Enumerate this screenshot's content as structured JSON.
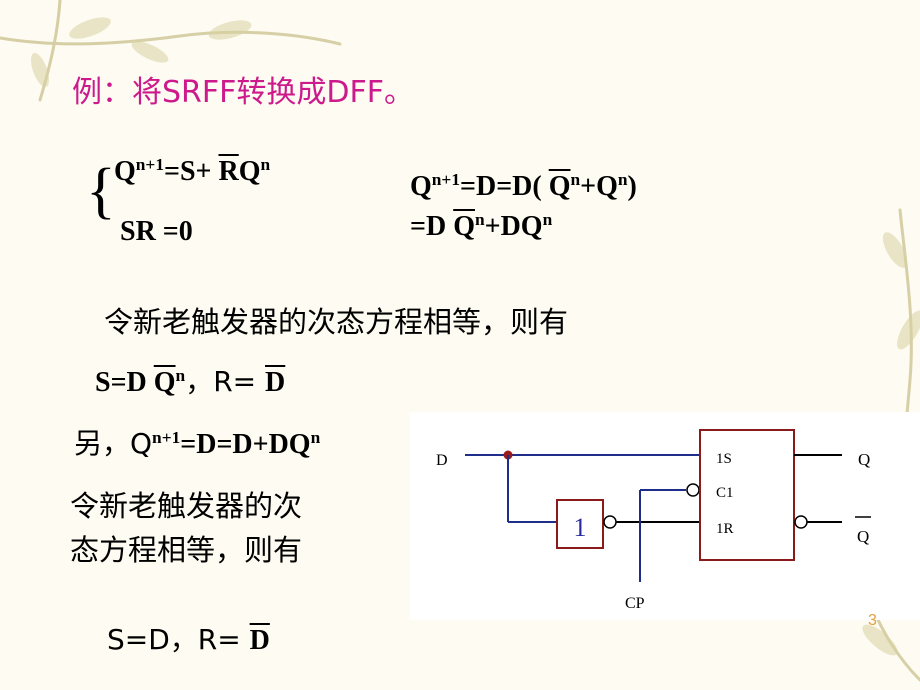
{
  "title": "例：将SRFF转换成DFF。",
  "left_eq": {
    "line1_q": "Q",
    "line1_sup": "n+1",
    "line1_mid": "=S+ ",
    "line1_rbar": "R",
    "line1_q2": "Q",
    "line1_sup2": "n",
    "line2": "SR =0"
  },
  "right_eq": {
    "l1_a": "Q",
    "l1_sup": "n+1",
    "l1_b": "=D=D( ",
    "l1_qbar": "Q",
    "l1_sup2": "n",
    "l1_c": "+Q",
    "l1_sup3": "n",
    "l1_d": ")",
    "l2_a": "=D  ",
    "l2_qbar": "Q",
    "l2_sup": "n",
    "l2_b": "+DQ",
    "l2_sup2": "n"
  },
  "para1": "令新老触发器的次态方程相等，则有",
  "result1": {
    "a": "S=D  ",
    "qbar": "Q",
    "sup": "n",
    "b": "，R=  ",
    "dbar": "D"
  },
  "another": {
    "a": "另，Q",
    "sup": "n+1",
    "b": "=D=D+DQ",
    "sup2": "n"
  },
  "para2_line1": "令新老触发器的次",
  "para2_line2": "态方程相等，则有",
  "result2": {
    "a": "S=D，R=  ",
    "dbar": "D"
  },
  "circuit": {
    "input_d": "D",
    "input_cp": "CP",
    "inverter": "1",
    "pin_s": "1S",
    "pin_c": "C1",
    "pin_r": "1R",
    "out_q": "Q",
    "out_qbar": "Q"
  },
  "page_number": "3"
}
